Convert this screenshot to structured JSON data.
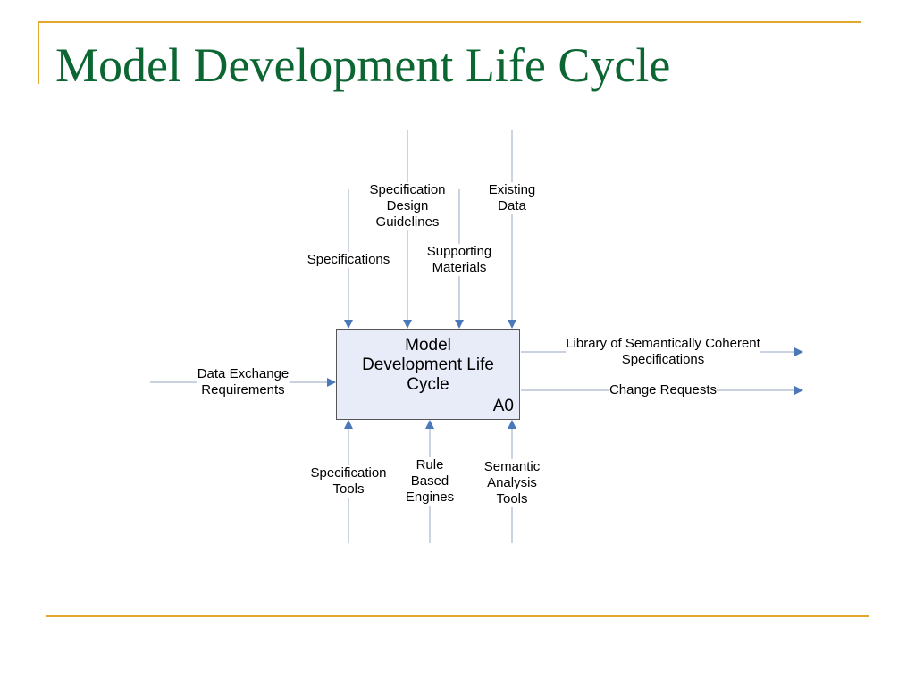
{
  "slide": {
    "title": "Model Development Life Cycle",
    "accent_color": "#e0a82e",
    "title_color": "#0b6632"
  },
  "diagram": {
    "line_color": "#a8b6cf",
    "arrow_color": "#4a78b8",
    "box": {
      "title": "Model\nDevelopment Life\nCycle",
      "code": "A0",
      "fill": "#e8ecf8"
    },
    "inputs": [
      {
        "label": "Data Exchange\nRequirements"
      }
    ],
    "controls": [
      {
        "label": "Specifications"
      },
      {
        "label": "Specification\nDesign\nGuidelines"
      },
      {
        "label": "Supporting\nMaterials"
      },
      {
        "label": "Existing\nData"
      }
    ],
    "outputs": [
      {
        "label": "Library of Semantically Coherent\nSpecifications"
      },
      {
        "label": "Change Requests"
      }
    ],
    "mechanisms": [
      {
        "label": "Specification\nTools"
      },
      {
        "label": "Rule\nBased\nEngines"
      },
      {
        "label": "Semantic\nAnalysis\nTools"
      }
    ]
  }
}
